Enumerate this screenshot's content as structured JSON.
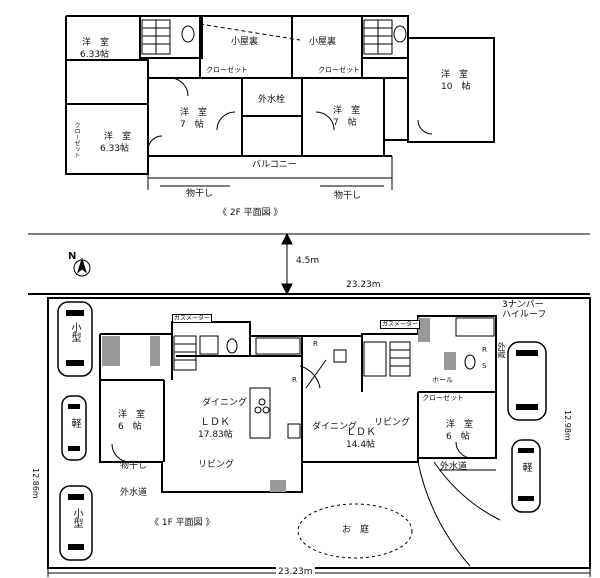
{
  "floor2": {
    "caption": "《 2F 平面図 》",
    "rooms": {
      "nw_room": {
        "name": "洋　室",
        "size": "6.33帖"
      },
      "attic_left": "小屋裏",
      "attic_right": "小屋裏",
      "ne_room": {
        "name": "洋　室",
        "size": "10　帖"
      },
      "room7_left": {
        "name": "洋　室",
        "size": "7　帖"
      },
      "room7_right": {
        "name": "洋　室",
        "size": "7　帖"
      },
      "sw_room": {
        "name": "洋　室",
        "size": "6.33帖"
      }
    },
    "closet_left": "クローゼット",
    "closet_right": "クローゼット",
    "closet_vertical": "クローゼット",
    "outer_column": "外水栓",
    "balcony": "バルコニー",
    "drying_left": "物干し",
    "drying_right": "物干し"
  },
  "setback": "4.5m",
  "width_top": "23.23m",
  "floor1": {
    "caption": "《 1F 平面図 》",
    "left_unit": {
      "room6": {
        "name": "洋　室",
        "size": "6　帖"
      },
      "dining": "ダイニング",
      "ldk": "ＬＤＫ",
      "ldk_size": "17.83帖",
      "living": "リビング",
      "meter": "ガスメーター",
      "drying": "物干し",
      "faucet": "外水道"
    },
    "right_unit": {
      "dining": "ダイニング",
      "ldk": "ＬＤＫ",
      "ldk_size": "14.4帖",
      "living": "リビング",
      "room6": {
        "name": "洋　室",
        "size": "6　帖"
      },
      "meter": "ガスメーター",
      "hall": "ホール",
      "closet": "クローゼット",
      "faucet": "外水道",
      "outer_storage": "外蔵"
    },
    "garden": "お　庭",
    "r_mark_1": "R",
    "r_mark_2": "R",
    "r_mark_3": "R",
    "s_mark": "S"
  },
  "cars": {
    "top_left": "小型",
    "mid_left": "軽",
    "bottom_left": "小型",
    "right_top": "3ナンバー\nハイルーフ",
    "right_bottom": "軽"
  },
  "dims": {
    "bottom_width": "23.23m",
    "left_depth": "12.86m",
    "right_depth": "12.98m"
  },
  "compass": "N"
}
